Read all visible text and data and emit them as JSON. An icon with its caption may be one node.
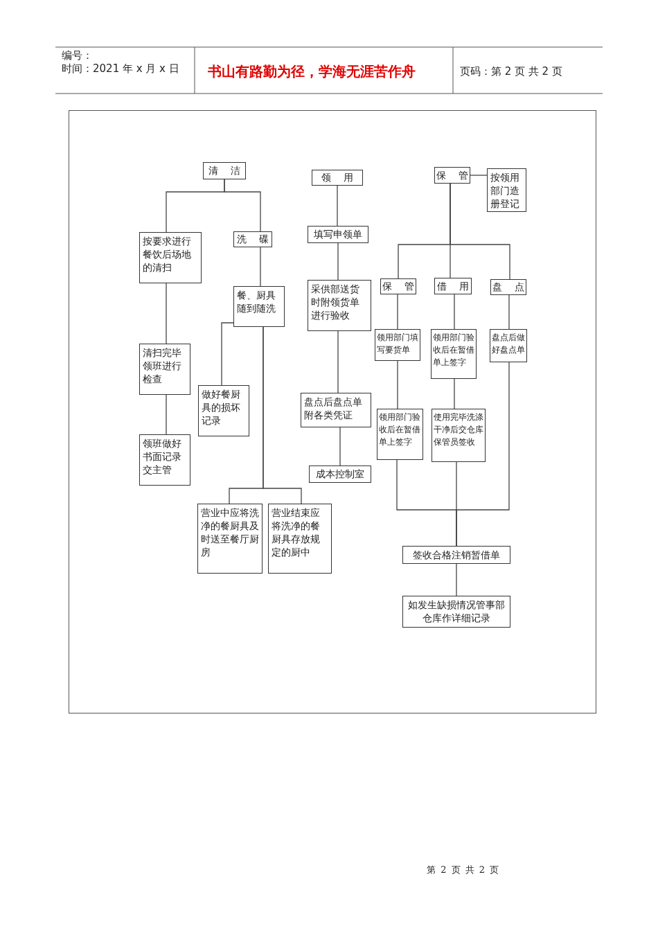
{
  "diagram": {
    "nodes": [
      {
        "text": [
          "清 洁"
        ]
      },
      {
        "text": [
          "领 用"
        ]
      },
      {
        "text": [
          "保 管"
        ]
      },
      {
        "text": [
          "按领用部门造册登记"
        ]
      },
      {
        "text": [
          "按要求进行餐饮后场地的清扫"
        ]
      },
      {
        "text": [
          "洗 碟"
        ]
      },
      {
        "text": [
          "填写申领单"
        ]
      },
      {
        "text": [
          "餐、厨具随到随洗"
        ]
      },
      {
        "text": [
          "采供部送货时附领货单进行验收"
        ]
      },
      {
        "text": [
          "保 管"
        ]
      },
      {
        "text": [
          "借 用"
        ]
      },
      {
        "text": [
          "盘 点"
        ]
      },
      {
        "text": [
          "领用部门填写要货单"
        ]
      },
      {
        "text": [
          "领用部门验收后在暂借单上签字"
        ]
      },
      {
        "text": [
          "盘点后做好盘点单"
        ]
      },
      {
        "text": [
          "清扫完毕领班进行检查"
        ]
      },
      {
        "text": [
          "做好餐厨具的损坏记录"
        ]
      },
      {
        "text": [
          "盘点后盘点单附各类凭证"
        ]
      },
      {
        "text": [
          "领用部门验收后在暂借单上签字"
        ]
      },
      {
        "text": [
          "使用完毕洗涤干净后交仓库保管员签收"
        ]
      },
      {
        "text": [
          "领班做好书面记录交主管"
        ]
      },
      {
        "text": [
          "成本控制室"
        ]
      },
      {
        "text": [
          "营业中应将洗净的餐厨具及时送至餐厅厨房"
        ]
      },
      {
        "text": [
          "营业结束应将洗净的餐厨具存放规定的厨中"
        ]
      },
      {
        "text": [
          "签收合格注销暂借单"
        ]
      },
      {
        "text": [
          "如发生缺损情况管事部仓库作详细记录"
        ]
      }
    ],
    "edges": [
      {
        "from": 0,
        "to": 4,
        "arrow": "none"
      },
      {
        "from": 0,
        "to": 5,
        "arrow": "none"
      },
      {
        "from": 4,
        "to": 15,
        "arrow": "none"
      },
      {
        "from": 15,
        "to": 20,
        "arrow": "none"
      },
      {
        "from": 5,
        "to": 7,
        "arrow": "none"
      },
      {
        "from": 7,
        "to": 16,
        "arrow": "none"
      },
      {
        "from": 7,
        "to": 22,
        "arrow": "none"
      },
      {
        "from": 7,
        "to": 23,
        "arrow": "none"
      },
      {
        "from": 1,
        "to": 6,
        "arrow": "none"
      },
      {
        "from": 6,
        "to": 8,
        "arrow": "none"
      },
      {
        "from": 8,
        "to": 17,
        "arrow": "none"
      },
      {
        "from": 17,
        "to": 21,
        "arrow": "none"
      },
      {
        "from": 2,
        "to": 3,
        "arrow": "none"
      },
      {
        "from": 2,
        "to": 9,
        "arrow": "none"
      },
      {
        "from": 2,
        "to": 10,
        "arrow": "none"
      },
      {
        "from": 2,
        "to": 11,
        "arrow": "none"
      },
      {
        "from": 9,
        "to": 12,
        "arrow": "none"
      },
      {
        "from": 12,
        "to": 18,
        "arrow": "none"
      },
      {
        "from": 10,
        "to": 13,
        "arrow": "none"
      },
      {
        "from": 13,
        "to": 19,
        "arrow": "none"
      },
      {
        "from": 11,
        "to": 14,
        "arrow": "none"
      },
      {
        "from": 18,
        "to": 24,
        "arrow": "none"
      },
      {
        "from": 19,
        "to": 24,
        "arrow": "none"
      },
      {
        "from": 14,
        "to": 24,
        "arrow": "none"
      },
      {
        "from": 24,
        "to": 25,
        "arrow": "none"
      }
    ],
    "labels": [
      "编号：",
      "时间：2021 年 x 月 x 日",
      "书山有路勤为径，学海无涯苦作舟",
      "页码：第 2 页 共 2 页",
      "第 2 页 共 2 页"
    ]
  }
}
